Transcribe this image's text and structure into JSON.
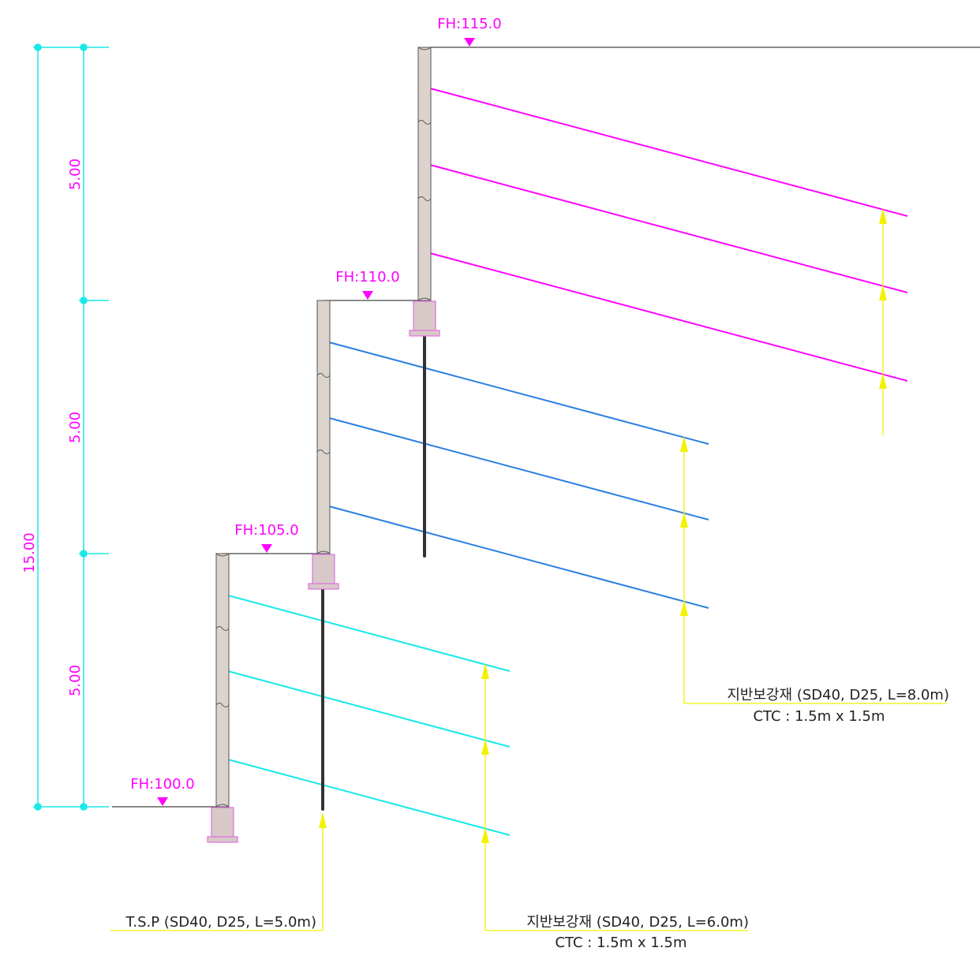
{
  "colors": {
    "magenta": "#ff00ff",
    "blue": "#2b7fe0",
    "cyan": "#19e8e8",
    "yellow": "#f2f200",
    "wall_fill": "#dcd4cc",
    "footing_fill": "#d8c8c8",
    "footing_stroke": "#e070e0",
    "pile": "#333333",
    "ground": "#444444"
  },
  "levels": {
    "fh_115": "FH:115.0",
    "fh_110": "FH:110.0",
    "fh_105": "FH:105.0",
    "fh_100": "FH:100.0"
  },
  "dimensions": {
    "upper": "5.00",
    "middle": "5.00",
    "lower": "5.00",
    "total": "15.00"
  },
  "notes": {
    "tsp": "T.S.P (SD40, D25, L=5.0m)",
    "reinf_8m": "지반보강재 (SD40, D25, L=8.0m)",
    "reinf_8m_ctc": "CTC : 1.5m x 1.5m",
    "reinf_6m": "지반보강재 (SD40, D25, L=6.0m)",
    "reinf_6m_ctc": "CTC : 1.5m x 1.5m"
  }
}
